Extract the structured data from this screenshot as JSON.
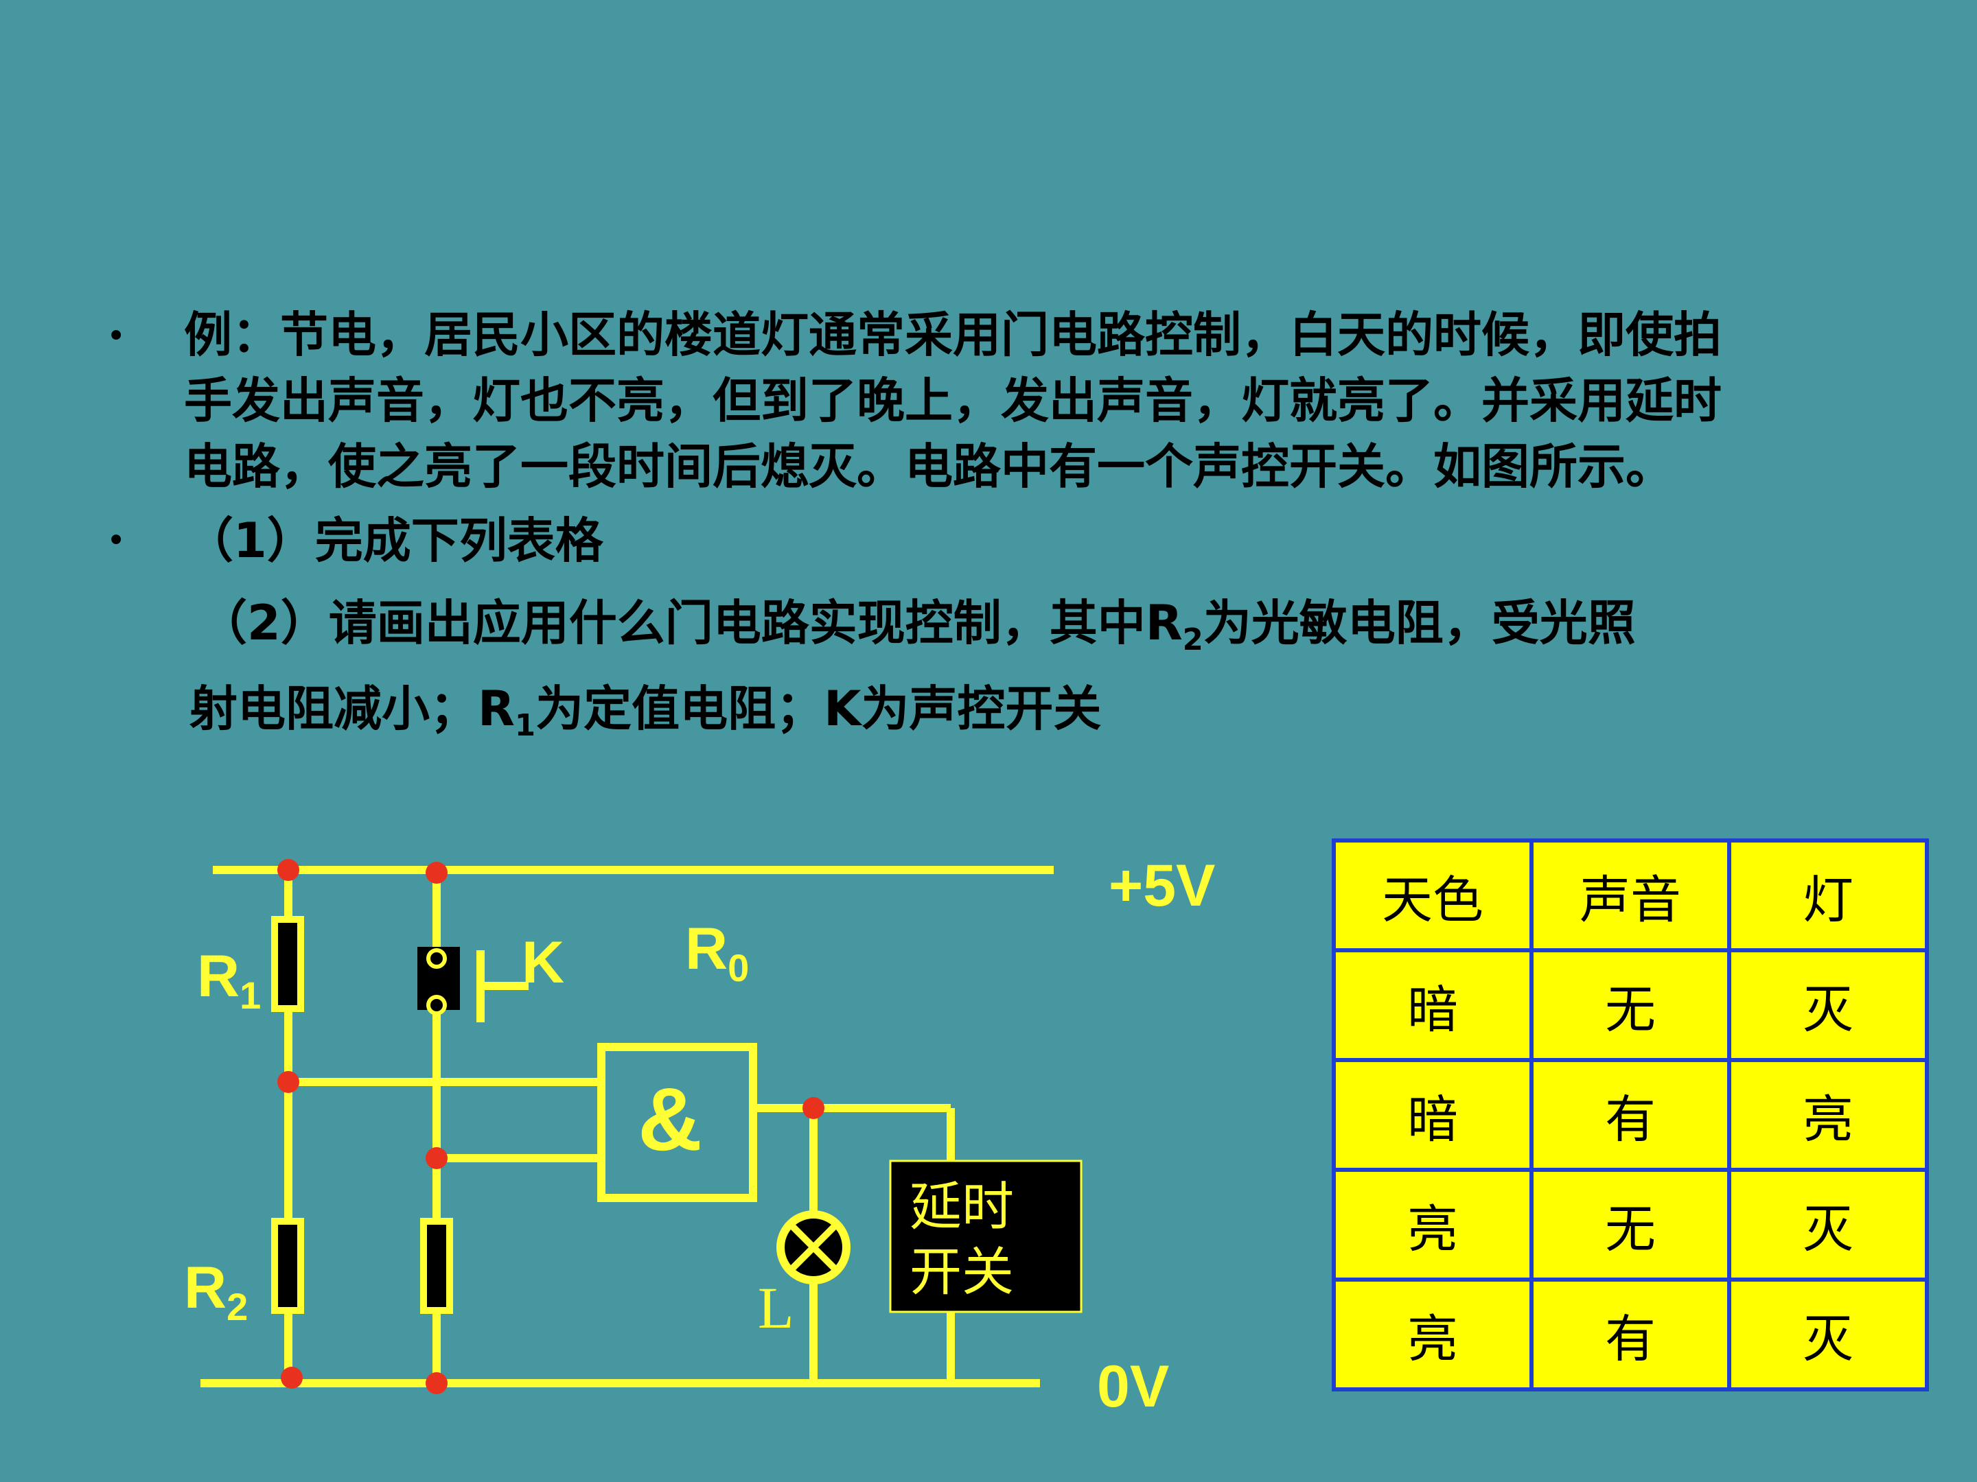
{
  "problem": {
    "bullet": "•",
    "intro_lines": [
      "例：节电，居民小区的楼道灯通常采用门电路控制，白天的时候，即使拍",
      "手发出声音，灯也不亮，但到了晚上，发出声音，灯就亮了。并采用延时",
      "电路，使之亮了一段时间后熄灭。电路中有一个声控开关。如图所示。"
    ],
    "q1": "（1）完成下列表格",
    "q2_prefix": "（2）请画出应用什么门电路实现控制，其中R",
    "q2_sub1": "2",
    "q2_mid": "为光敏电阻，受光照",
    "q2_line2_a": "射电阻减小；R",
    "q2_sub2": "1",
    "q2_line2_b": "为定值电阻；K为声控开关"
  },
  "circuit": {
    "supply_high": "+5V",
    "supply_low": "0V",
    "r1": "R",
    "r1_sub": "1",
    "r2": "R",
    "r2_sub": "2",
    "r0": "R",
    "r0_sub": "0",
    "switch": "K",
    "gate_symbol": "&",
    "lamp": "L",
    "delay_line1": "延时",
    "delay_line2": "开关",
    "wire_color": "#ffff33",
    "node_color": "#e8321e"
  },
  "table": {
    "headers": [
      "天色",
      "声音",
      "灯"
    ],
    "rows": [
      [
        "暗",
        "无",
        "灭"
      ],
      [
        "暗",
        "有",
        "亮"
      ],
      [
        "亮",
        "无",
        "灭"
      ],
      [
        "亮",
        "有",
        "灭"
      ]
    ],
    "cell_color": "#ffff00",
    "border_color": "#1f3fd0"
  }
}
